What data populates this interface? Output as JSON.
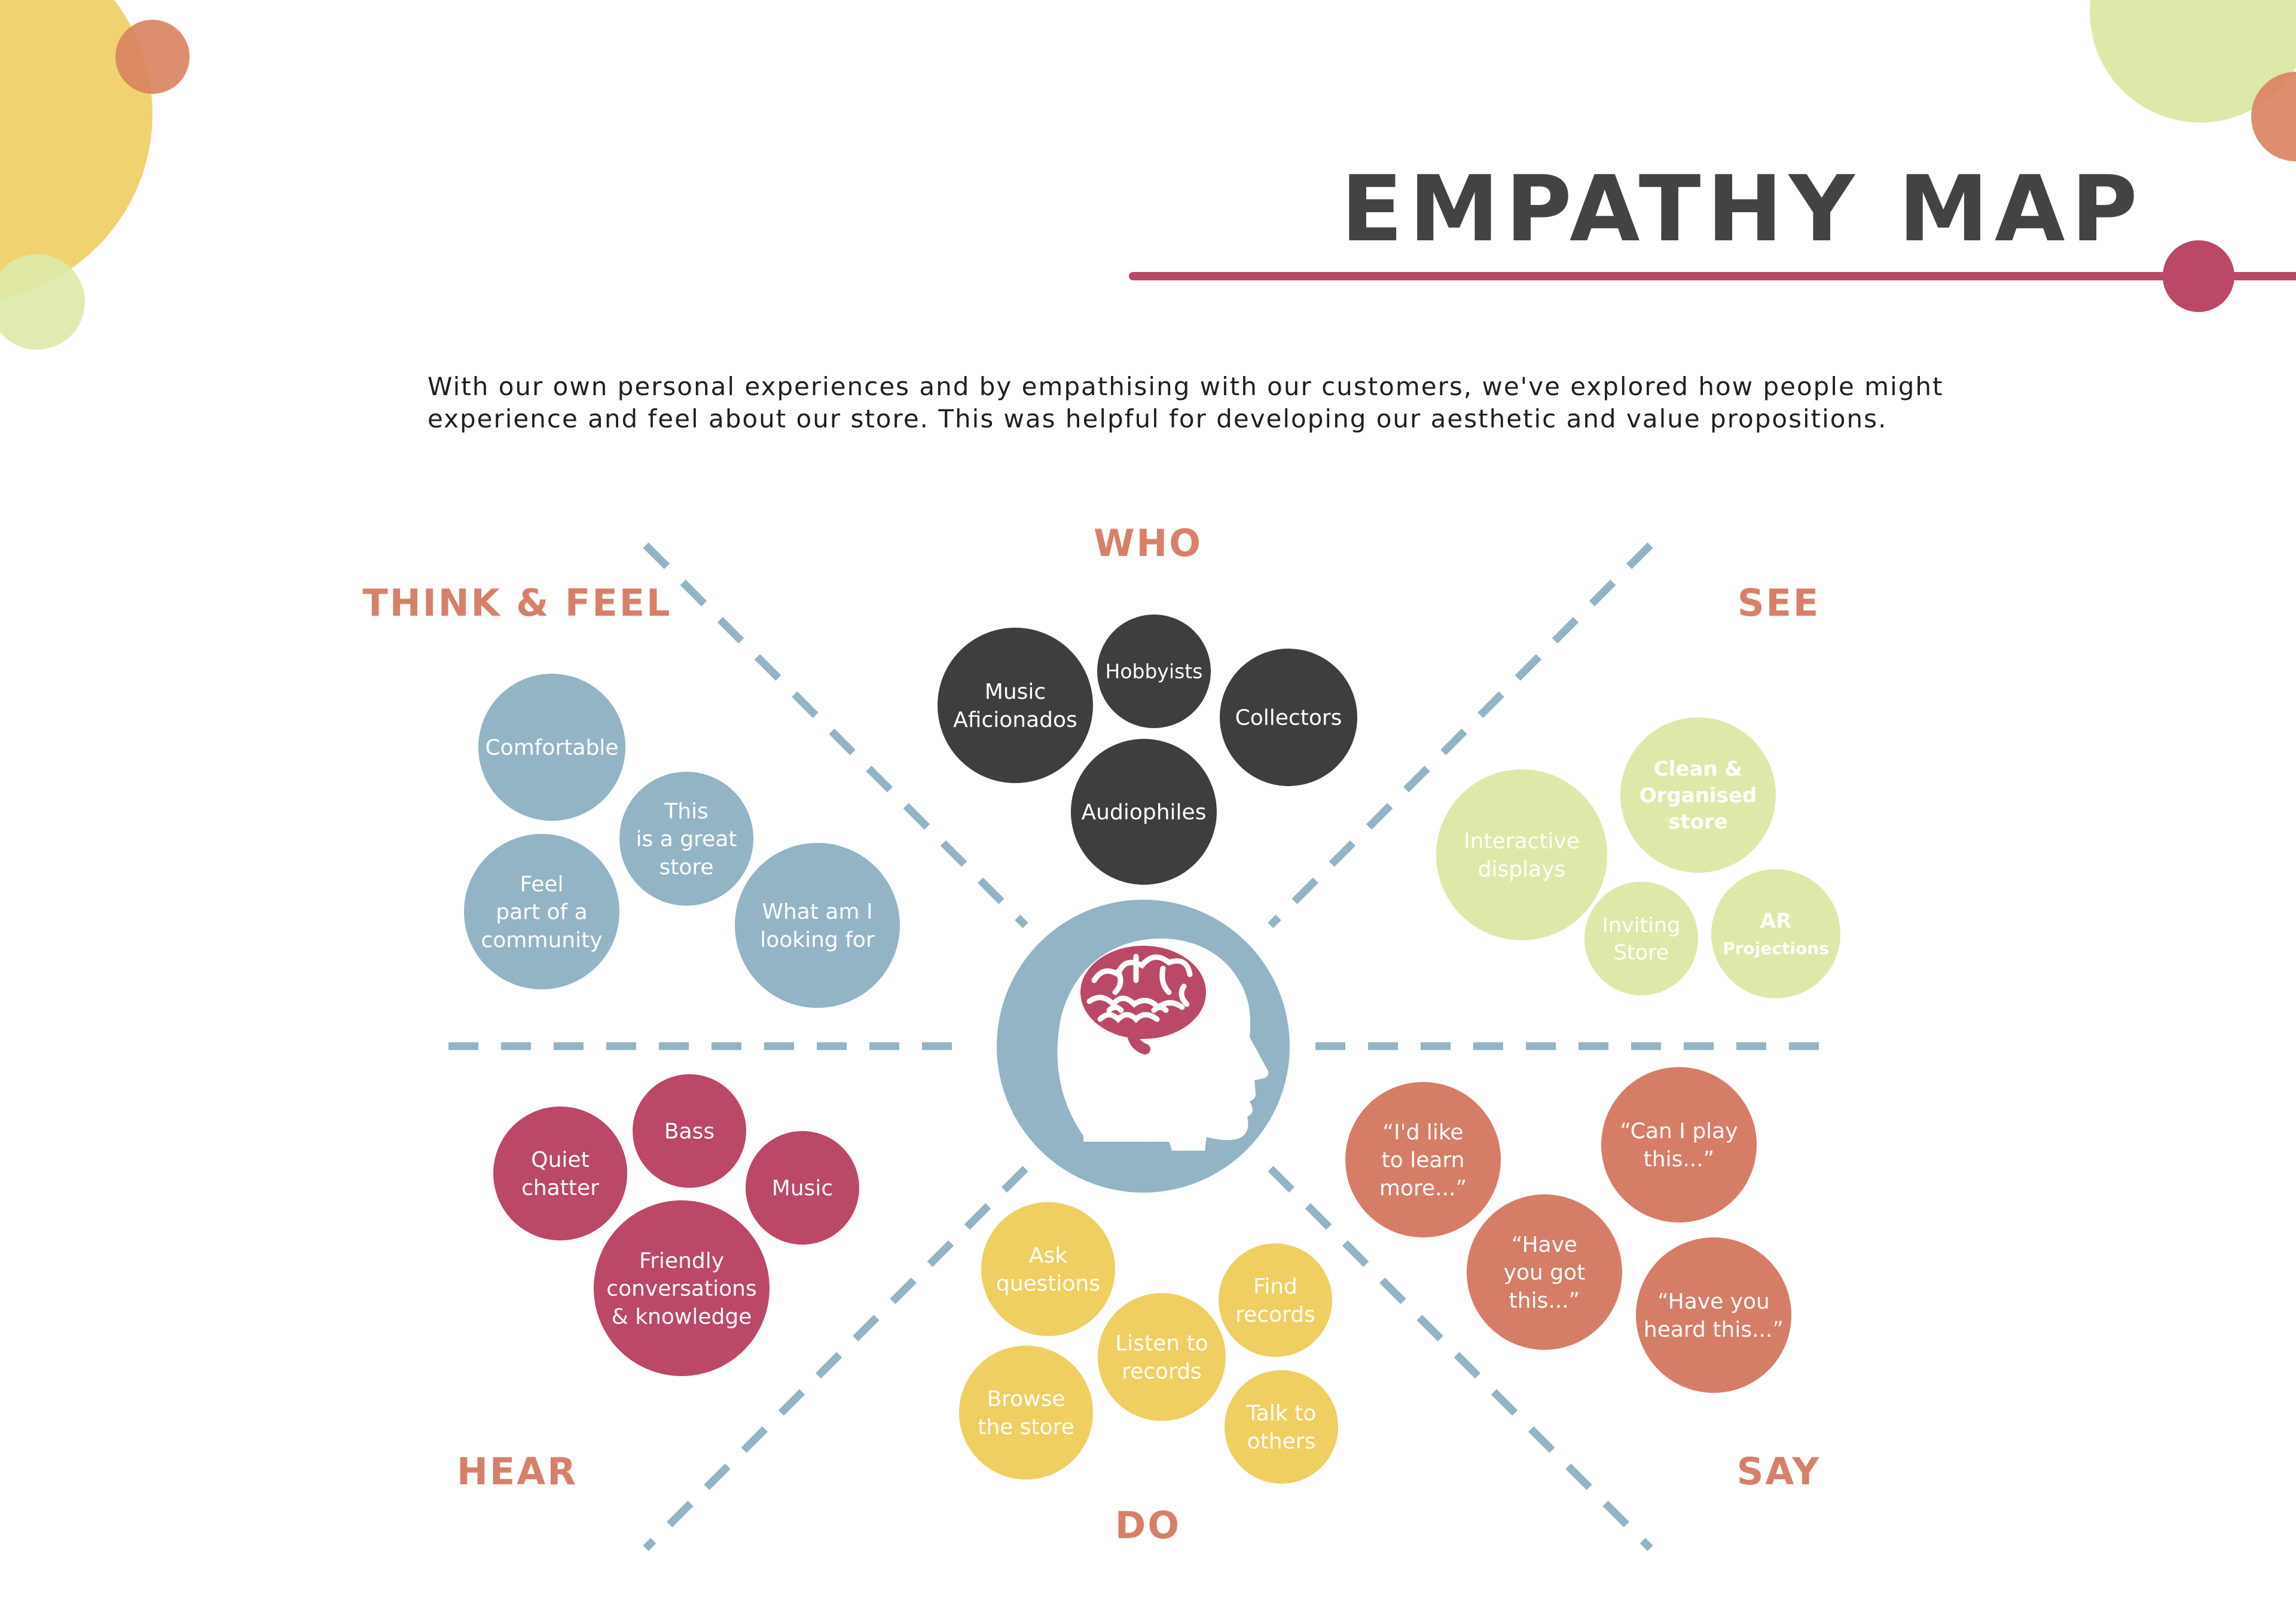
{
  "title": "EMPATHY MAP",
  "intro": {
    "line1": "With our own personal experiences and by empathising with our customers, we've explored how people might",
    "line2": "experience and feel about our store.  This was helpful for developing our aesthetic and value propositions."
  },
  "colors": {
    "title": "#434343",
    "accent_line": "#bb4866",
    "section_label": "#d6806a",
    "divider": "#93b4c5",
    "who": "#3e3e3e",
    "think_feel": "#93b4c5",
    "see": "#dde9a8",
    "hear": "#bb4866",
    "do": "#efcf62",
    "say": "#d67d68",
    "head_circle": "#93b4c5",
    "brain": "#bb4866"
  },
  "center_icon": "head-with-brain-icon",
  "sections": {
    "who": {
      "label": "WHO",
      "bubbles": [
        {
          "lines": [
            "Music",
            "Aficionados"
          ]
        },
        {
          "lines": [
            "Hobbyists"
          ]
        },
        {
          "lines": [
            "Collectors"
          ]
        },
        {
          "lines": [
            "Audiophiles"
          ]
        }
      ]
    },
    "think_feel": {
      "label": "THINK & FEEL",
      "bubbles": [
        {
          "lines": [
            "Comfortable"
          ]
        },
        {
          "lines": [
            "This",
            "is a great",
            "store"
          ]
        },
        {
          "lines": [
            "Feel",
            "part of a",
            "community"
          ]
        },
        {
          "lines": [
            "What am I",
            "looking for"
          ]
        }
      ]
    },
    "see": {
      "label": "SEE",
      "bubbles": [
        {
          "lines": [
            "Clean &",
            "Organised",
            "store"
          ]
        },
        {
          "lines": [
            "Interactive",
            "displays"
          ]
        },
        {
          "lines": [
            "Inviting",
            "Store"
          ]
        },
        {
          "lines": [
            "AR",
            "Projections"
          ]
        }
      ]
    },
    "hear": {
      "label": "HEAR",
      "bubbles": [
        {
          "lines": [
            "Bass"
          ]
        },
        {
          "lines": [
            "Quiet",
            "chatter"
          ]
        },
        {
          "lines": [
            "Music"
          ]
        },
        {
          "lines": [
            "Friendly",
            "conversations",
            "& knowledge"
          ]
        }
      ]
    },
    "do": {
      "label": "DO",
      "bubbles": [
        {
          "lines": [
            "Ask",
            "questions"
          ]
        },
        {
          "lines": [
            "Find",
            "records"
          ]
        },
        {
          "lines": [
            "Listen to",
            "records"
          ]
        },
        {
          "lines": [
            "Browse",
            "the store"
          ]
        },
        {
          "lines": [
            "Talk to",
            "others"
          ]
        }
      ]
    },
    "say": {
      "label": "SAY",
      "bubbles": [
        {
          "lines": [
            "“I'd like",
            "to learn",
            "more...”"
          ]
        },
        {
          "lines": [
            "“Can I play",
            "this...”"
          ]
        },
        {
          "lines": [
            "“Have",
            "you got",
            "this...”"
          ]
        },
        {
          "lines": [
            "“Have you",
            "heard this...”"
          ]
        }
      ]
    }
  }
}
